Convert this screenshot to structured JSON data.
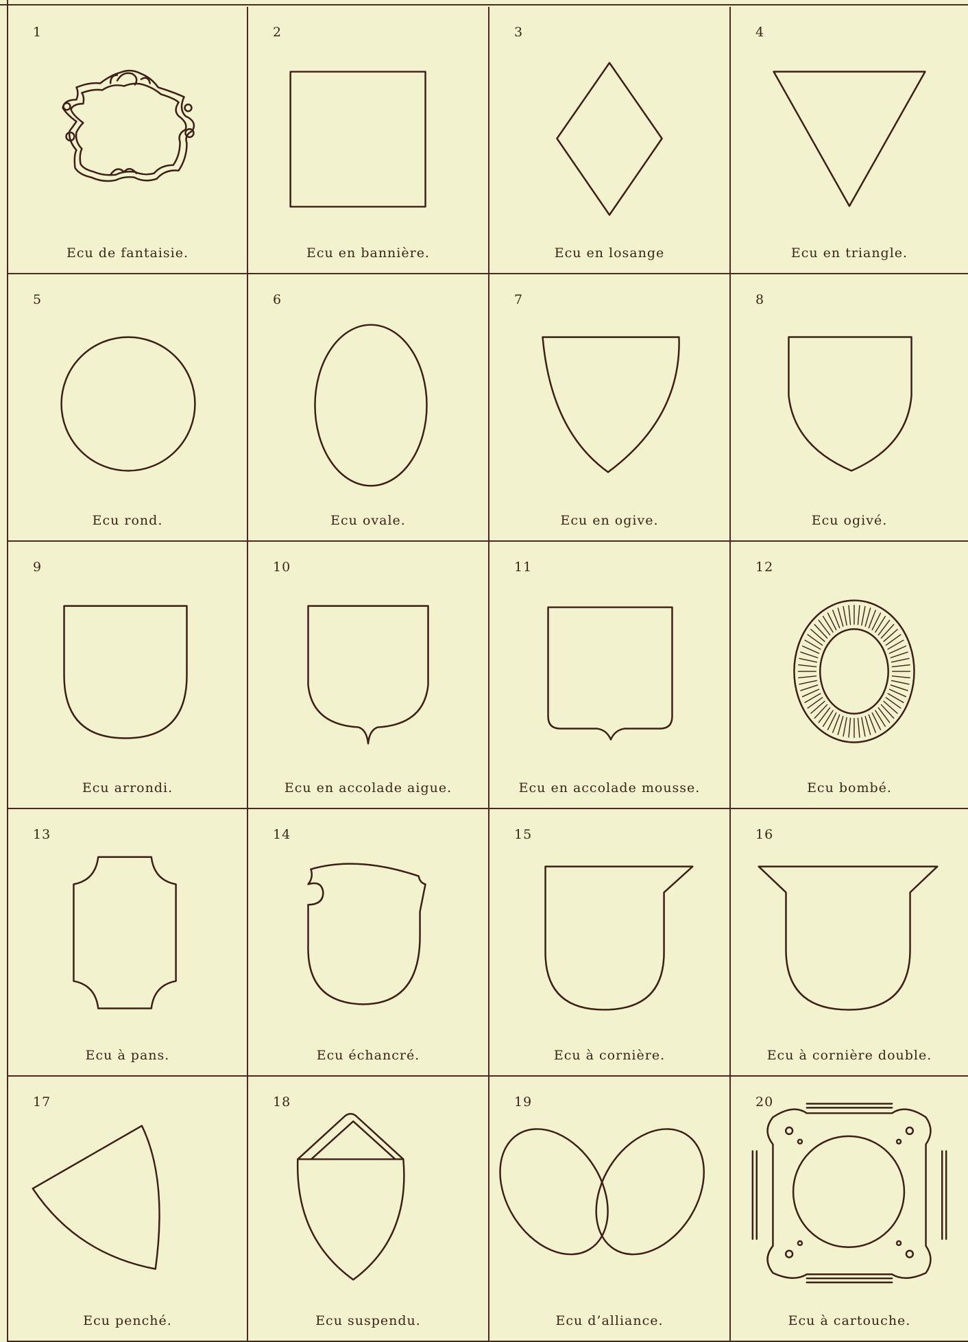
{
  "cells": [
    {
      "number": "1",
      "caption": "Ecu de fantaisie.",
      "shape": "fantaisie"
    },
    {
      "number": "2",
      "caption": "Ecu en bannière.",
      "shape": "banniere"
    },
    {
      "number": "3",
      "caption": "Ecu en losange",
      "shape": "losange"
    },
    {
      "number": "4",
      "caption": "Ecu en triangle.",
      "shape": "triangle"
    },
    {
      "number": "5",
      "caption": "Ecu rond.",
      "shape": "rond"
    },
    {
      "number": "6",
      "caption": "Ecu ovale.",
      "shape": "ovale"
    },
    {
      "number": "7",
      "caption": "Ecu en ogive.",
      "shape": "ogive"
    },
    {
      "number": "8",
      "caption": "Ecu ogivé.",
      "shape": "ogive2"
    },
    {
      "number": "9",
      "caption": "Ecu arrondi.",
      "shape": "arrondi"
    },
    {
      "number": "10",
      "caption": "Ecu en accolade aigue.",
      "shape": "accolade-aigue"
    },
    {
      "number": "11",
      "caption": "Ecu en accolade mousse.",
      "shape": "accolade-mousse"
    },
    {
      "number": "12",
      "caption": "Ecu bombé.",
      "shape": "bombe"
    },
    {
      "number": "13",
      "caption": "Ecu à pans.",
      "shape": "pans"
    },
    {
      "number": "14",
      "caption": "Ecu échancré.",
      "shape": "echancre"
    },
    {
      "number": "15",
      "caption": "Ecu à cornière.",
      "shape": "corniere"
    },
    {
      "number": "16",
      "caption": "Ecu à cornière double.",
      "shape": "corniere-double"
    },
    {
      "number": "17",
      "caption": "Ecu penché.",
      "shape": "penche"
    },
    {
      "number": "18",
      "caption": "Ecu suspendu.",
      "shape": "suspendu"
    },
    {
      "number": "19",
      "caption": "Ecu d’alliance.",
      "shape": "alliance"
    },
    {
      "number": "20",
      "caption": "Ecu à cartouche.",
      "shape": "cartouche"
    }
  ]
}
